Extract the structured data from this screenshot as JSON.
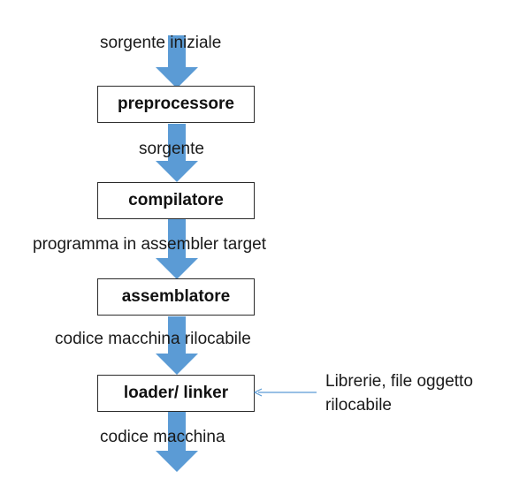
{
  "diagram": {
    "colors": {
      "arrow_fill": "#5B9BD5",
      "connector": "#5B9BD5",
      "box_border": "#2b2b2b",
      "text": "#1a1a1a"
    },
    "stages": [
      {
        "id": "preprocessor",
        "label": "preprocessore"
      },
      {
        "id": "compiler",
        "label": "compilatore"
      },
      {
        "id": "assembler",
        "label": "assemblatore"
      },
      {
        "id": "loader-linker",
        "label": "loader/ linker"
      }
    ],
    "flows": [
      {
        "id": "flow-initial-source",
        "label": "sorgente iniziale"
      },
      {
        "id": "flow-source",
        "label": "sorgente"
      },
      {
        "id": "flow-assembler-program",
        "label": "programma in  assembler target"
      },
      {
        "id": "flow-relocatable-code",
        "label": "codice macchina rilocabile"
      },
      {
        "id": "flow-machine-code",
        "label": "codice macchina"
      }
    ],
    "side_input": {
      "line1": "Librerie, file oggetto",
      "line2": "rilocabile"
    }
  }
}
